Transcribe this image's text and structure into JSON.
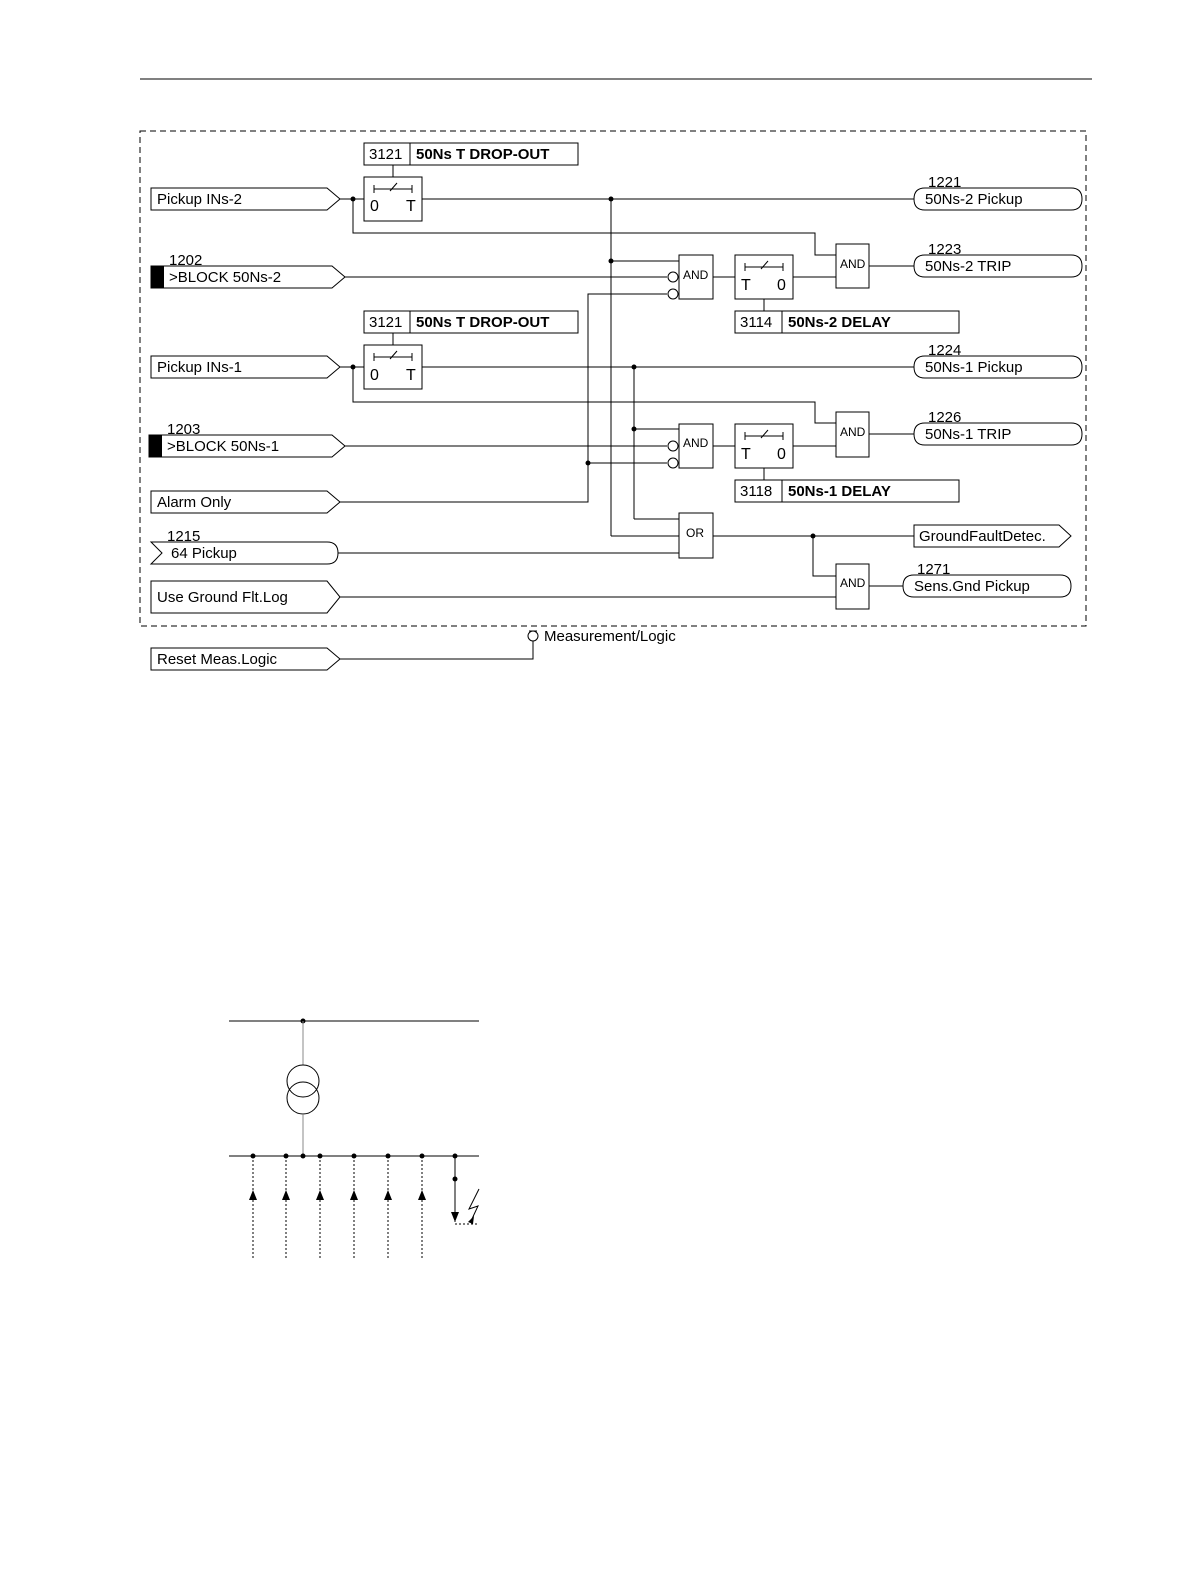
{
  "logic_diagram": {
    "inputs": {
      "pickup_ins2": "Pickup INs-2",
      "block_50ns2_num": "1202",
      "block_50ns2": ">BLOCK 50Ns-2",
      "pickup_ins1": "Pickup INs-1",
      "block_50ns1_num": "1203",
      "block_50ns1": ">BLOCK 50Ns-1",
      "alarm_only": "Alarm Only",
      "pickup64_num": "1215",
      "pickup64": "64 Pickup",
      "use_ground": "Use Ground Flt.Log",
      "reset_meas": "Reset Meas.Logic"
    },
    "settings": {
      "dropout_a_num": "3121",
      "dropout_a_label": "50Ns T DROP-OUT",
      "dropout_b_num": "3121",
      "dropout_b_label": "50Ns T DROP-OUT",
      "delay2_num": "3114",
      "delay2_label": "50Ns-2 DELAY",
      "delay1_num": "3118",
      "delay1_label": "50Ns-1 DELAY"
    },
    "timers": {
      "t1_left": "0",
      "t1_right": "T",
      "t2_left": "0",
      "t2_right": "T",
      "t3_left": "T",
      "t3_right": "0",
      "t4_left": "T",
      "t4_right": "0"
    },
    "gates": {
      "and_a": "AND",
      "and_b": "AND",
      "and_c": "AND",
      "and_d": "AND",
      "or": "OR",
      "and_e": "AND"
    },
    "outputs": {
      "p2_num": "1221",
      "p2": "50Ns-2 Pickup",
      "trip2_num": "1223",
      "trip2": "50Ns-2 TRIP",
      "p1_num": "1224",
      "p1": "50Ns-1 Pickup",
      "trip1_num": "1226",
      "trip1": "50Ns-1 TRIP",
      "gfd": "GroundFaultDetec.",
      "sgp_num": "1271",
      "sgp": "Sens.Gnd Pickup"
    },
    "measurement_logic": "Measurement/Logic"
  }
}
